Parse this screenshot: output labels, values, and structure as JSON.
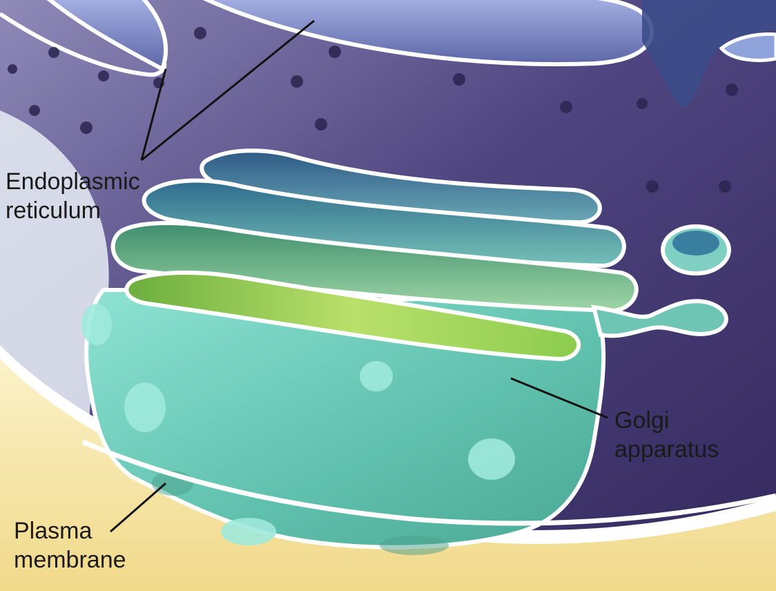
{
  "labels": {
    "endoplasmic_reticulum": [
      "Endoplasmic",
      "reticulum"
    ],
    "golgi_apparatus": [
      "Golgi",
      "apparatus"
    ],
    "plasma_membrane": [
      "Plasma",
      "membrane"
    ]
  },
  "colors": {
    "cytoplasm": "#4a3f78",
    "er_membrane": "#7f86c0",
    "golgi_body": "#7ed6c4",
    "golgi_lumen": "#9fd24f",
    "extracellular": "#f4e29a",
    "leader_line": "#111111"
  }
}
